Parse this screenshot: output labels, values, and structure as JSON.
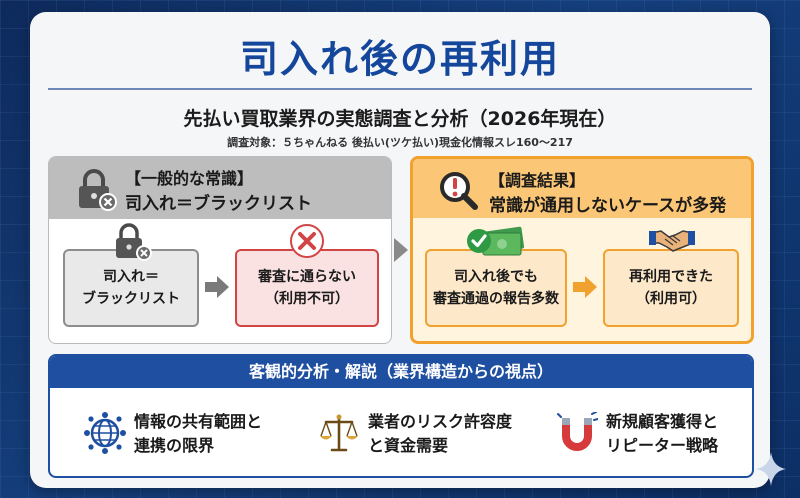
{
  "title": "司入れ後の再利用",
  "subtitle": "先払い買取業界の実態調査と分析（2026年現在）",
  "source": "調査対象：５ちゃんねる 後払い(ツケ払い)現金化情報スレ160～217",
  "left_panel": {
    "heading_line1": "【一般的な常識】",
    "heading_line2": "司入れ＝ブラックリスト",
    "box1_line1": "司入れ＝",
    "box1_line2": "ブラックリスト",
    "box2_line1": "審査に通らない",
    "box2_line2": "（利用不可）"
  },
  "right_panel": {
    "heading_line1": "【調査結果】",
    "heading_line2": "常識が通用しないケースが多発",
    "box1_line1": "司入れ後でも",
    "box1_line2": "審査通過の報告多数",
    "box2_line1": "再利用できた",
    "box2_line2": "（利用可）"
  },
  "bottom": {
    "heading": "客観的分析・解説（業界構造からの視点）",
    "points": [
      {
        "icon": "network-globe-icon",
        "line1": "情報の共有範囲と",
        "line2": "連携の限界"
      },
      {
        "icon": "scales-icon",
        "line1": "業者のリスク許容度",
        "line2": "と資金需要"
      },
      {
        "icon": "magnet-icon",
        "line1": "新規顧客獲得と",
        "line2": "リピーター戦略"
      }
    ]
  },
  "colors": {
    "title_blue": "#14469c",
    "orange_accent": "#f0a12e",
    "red_accent": "#d14545",
    "green_check": "#2e9a44"
  }
}
